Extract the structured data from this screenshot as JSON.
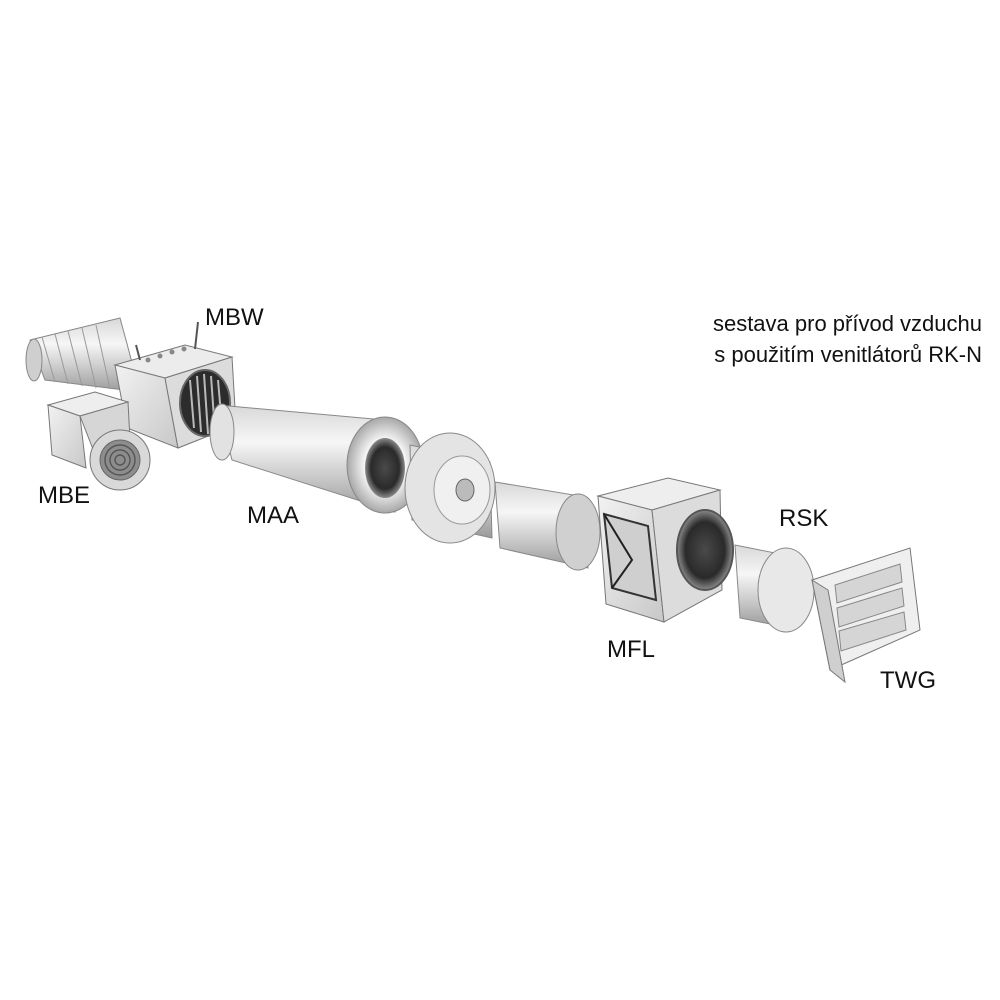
{
  "caption": {
    "line1": "sestava pro přívod vzduchu",
    "line2": "s použitím venitlátorů RK-N"
  },
  "components": [
    {
      "id": "mbw",
      "label": "MBW"
    },
    {
      "id": "mbe",
      "label": "MBE"
    },
    {
      "id": "maa",
      "label": "MAA"
    },
    {
      "id": "rsk",
      "label": "RSK"
    },
    {
      "id": "mfl",
      "label": "MFL"
    },
    {
      "id": "twg",
      "label": "TWG"
    }
  ],
  "colors": {
    "metal_light": "#e6e6e6",
    "metal_mid": "#bdbdbd",
    "metal_dark": "#6e6e6e",
    "ink": "#111111"
  }
}
